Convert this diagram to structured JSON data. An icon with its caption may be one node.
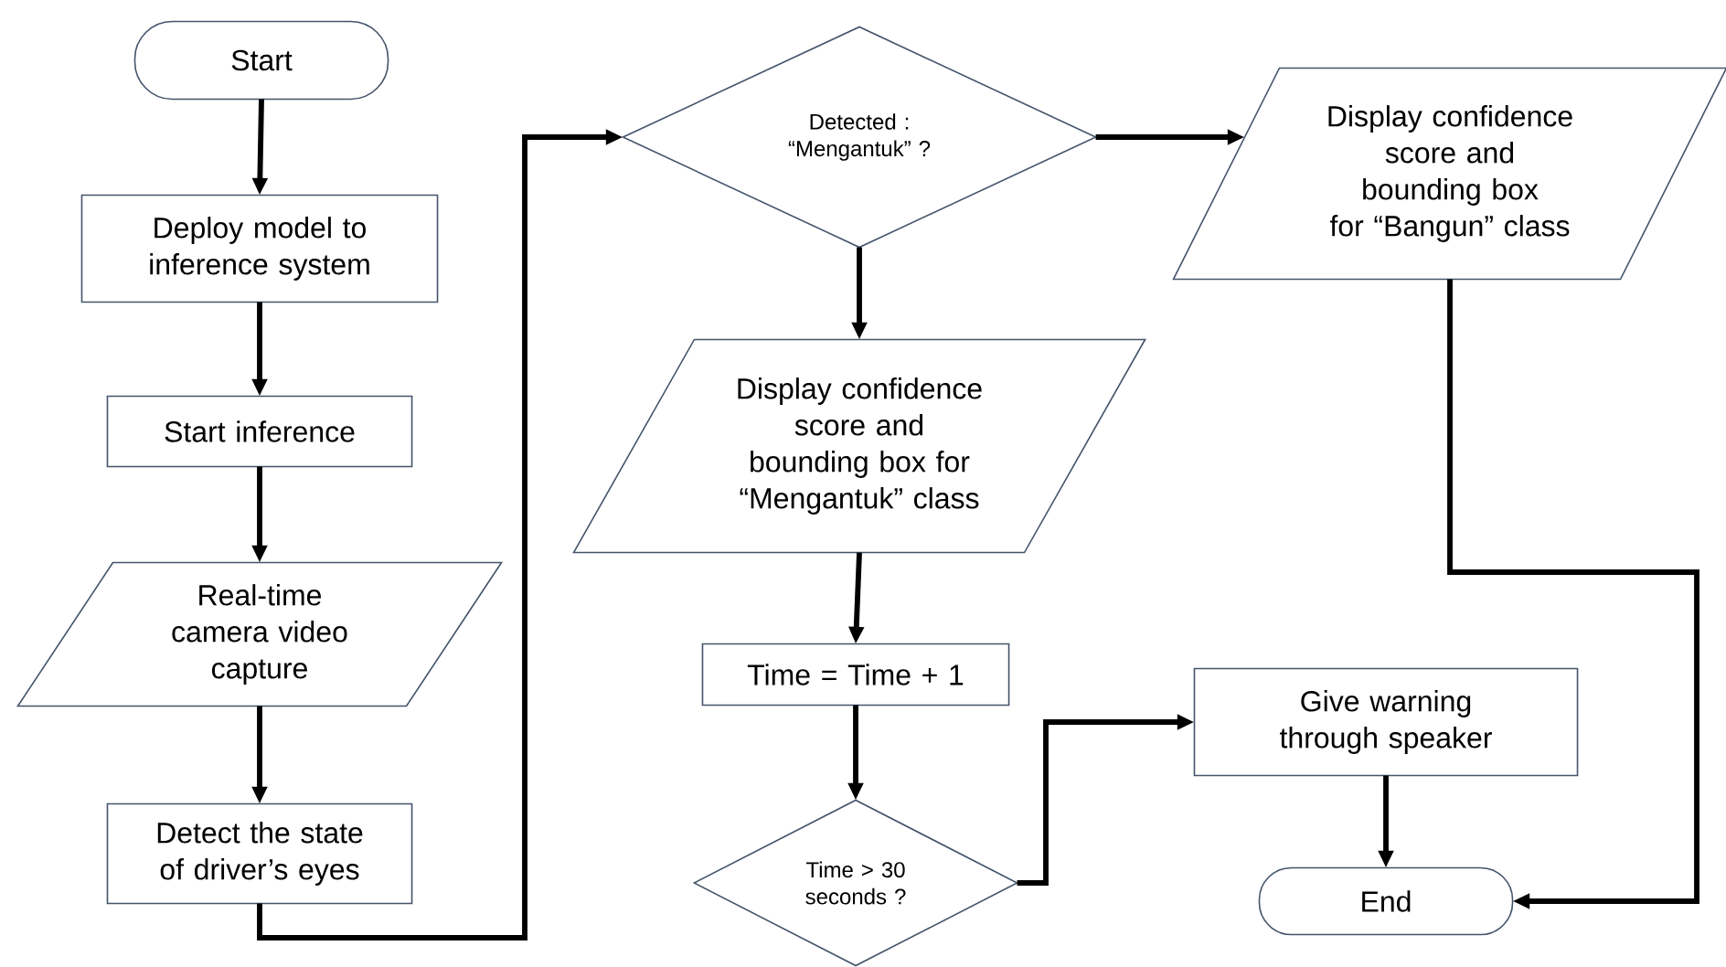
{
  "diagram": {
    "nodes": [
      {
        "text": [
          "Start"
        ]
      },
      {
        "text": [
          "Deploy model to inference system"
        ]
      },
      {
        "text": [
          "Start inference"
        ]
      },
      {
        "text": [
          "Real-time camera video capture"
        ]
      },
      {
        "text": [
          "Detect the state of driver’s eyes"
        ]
      },
      {
        "text": [
          "Detected : “Mengantuk” ?"
        ]
      },
      {
        "text": [
          "Display confidence score and bounding box for “Mengantuk” class"
        ]
      },
      {
        "text": [
          "Time = Time + 1"
        ]
      },
      {
        "text": [
          "Time > 30 seconds ?"
        ]
      },
      {
        "text": [
          "Display confidence score and bounding box for “Bangun” class"
        ]
      },
      {
        "text": [
          "Give warning through speaker"
        ]
      },
      {
        "text": [
          "End"
        ]
      }
    ],
    "edges": [
      {
        "from": 0,
        "to": 1,
        "arrow": "to"
      },
      {
        "from": 1,
        "to": 2,
        "arrow": "to"
      },
      {
        "from": 2,
        "to": 3,
        "arrow": "to"
      },
      {
        "from": 3,
        "to": 4,
        "arrow": "to"
      },
      {
        "from": 4,
        "to": 5,
        "arrow": "to"
      },
      {
        "from": 5,
        "to": 6,
        "arrow": "to"
      },
      {
        "from": 5,
        "to": 9,
        "arrow": "to"
      },
      {
        "from": 6,
        "to": 7,
        "arrow": "to"
      },
      {
        "from": 7,
        "to": 8,
        "arrow": "to"
      },
      {
        "from": 8,
        "to": 10,
        "arrow": "to"
      },
      {
        "from": 9,
        "to": 11,
        "arrow": "to"
      },
      {
        "from": 10,
        "to": 11,
        "arrow": "to"
      }
    ]
  }
}
